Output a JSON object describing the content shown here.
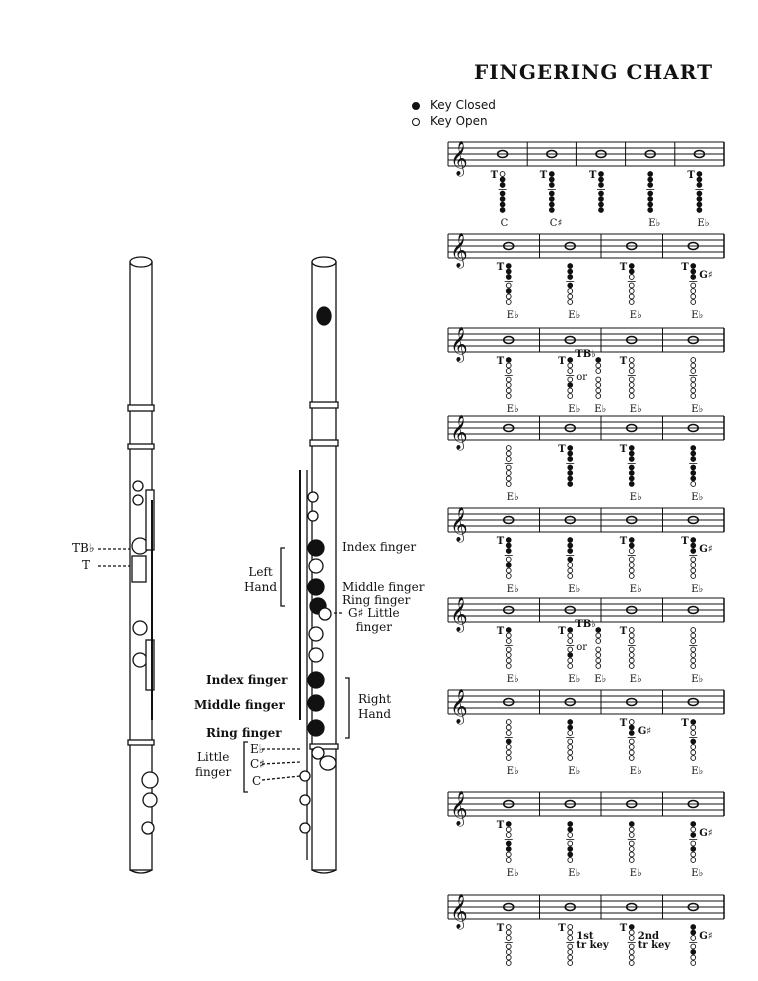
{
  "title": "FINGERING CHART",
  "legend": {
    "closed": "Key Closed",
    "open": "Key Open"
  },
  "flute_labels": {
    "tbflat": "TB♭",
    "t": "T",
    "index_left": "Index finger",
    "left_hand": "Left\nHand",
    "middle_left": "Middle finger",
    "ring_left": "Ring finger",
    "gsharp_little": "G♯ Little\nfinger",
    "index_right": "Index finger",
    "middle_right": "Middle finger",
    "right_hand": "Right\nHand",
    "ring_right": "Ring finger",
    "little_right": "Little\nfinger",
    "eflat": "E♭",
    "csharp": "C♯",
    "c": "C"
  },
  "chart_rows": [
    {
      "fingerings": [
        {
          "t": true,
          "keys": [
            0,
            1,
            1,
            1,
            1,
            1,
            1
          ],
          "bottom": "C"
        },
        {
          "t": true,
          "keys": [
            1,
            1,
            1,
            1,
            1,
            1,
            1
          ],
          "bottom": "C♯"
        },
        {
          "t": true,
          "keys": [
            1,
            1,
            1,
            1,
            1,
            1,
            1
          ],
          "bottom": ""
        },
        {
          "t": false,
          "keys": [
            1,
            1,
            1,
            1,
            1,
            1,
            1
          ],
          "bottom": "E♭"
        },
        {
          "t": true,
          "keys": [
            1,
            1,
            1,
            1,
            1,
            1,
            1
          ],
          "bottom": "E♭"
        }
      ]
    },
    {
      "fingerings": [
        {
          "t": true,
          "keys": [
            1,
            1,
            1,
            0,
            1,
            0,
            0
          ],
          "bottom": "E♭"
        },
        {
          "t": false,
          "keys": [
            1,
            1,
            1,
            1,
            0,
            0,
            0
          ],
          "bottom": "E♭"
        },
        {
          "t": true,
          "keys": [
            1,
            1,
            0,
            0,
            0,
            0,
            0
          ],
          "bottom": "E♭"
        },
        {
          "t": true,
          "keys": [
            1,
            1,
            1,
            0,
            0,
            0,
            0
          ],
          "bottom": "E♭",
          "side": "G♯"
        }
      ]
    },
    {
      "fingerings": [
        {
          "t": true,
          "keys": [
            1,
            0,
            0,
            0,
            0,
            0,
            0
          ],
          "bottom": "E♭"
        },
        {
          "t": true,
          "keys": [
            1,
            0,
            0,
            0,
            1,
            0,
            0
          ],
          "bottom": "E♭",
          "alt": "TB♭",
          "or": "or",
          "altkeys": [
            1,
            0,
            0,
            0,
            0,
            0,
            0
          ],
          "altbottom": "E♭"
        },
        {
          "t": true,
          "keys": [
            0,
            0,
            0,
            0,
            0,
            0,
            0
          ],
          "bottom": "E♭"
        },
        {
          "t": false,
          "keys": [
            0,
            0,
            0,
            0,
            0,
            0,
            0
          ],
          "bottom": "E♭"
        }
      ]
    },
    {
      "fingerings": [
        {
          "t": false,
          "keys": [
            0,
            0,
            0,
            0,
            0,
            0,
            0
          ],
          "bottom": "E♭"
        },
        {
          "t": true,
          "keys": [
            1,
            1,
            1,
            1,
            1,
            1,
            1
          ],
          "bottom": ""
        },
        {
          "t": true,
          "keys": [
            1,
            1,
            1,
            1,
            1,
            1,
            1
          ],
          "bottom": "E♭"
        },
        {
          "t": false,
          "keys": [
            1,
            1,
            1,
            1,
            1,
            1,
            0
          ],
          "bottom": "E♭"
        }
      ]
    },
    {
      "fingerings": [
        {
          "t": true,
          "keys": [
            1,
            1,
            1,
            0,
            1,
            0,
            0
          ],
          "bottom": "E♭"
        },
        {
          "t": false,
          "keys": [
            1,
            1,
            1,
            1,
            0,
            0,
            0
          ],
          "bottom": "E♭"
        },
        {
          "t": true,
          "keys": [
            1,
            1,
            0,
            0,
            0,
            0,
            0
          ],
          "bottom": "E♭"
        },
        {
          "t": true,
          "keys": [
            1,
            1,
            1,
            0,
            0,
            0,
            0
          ],
          "bottom": "E♭",
          "side": "G♯"
        }
      ]
    },
    {
      "fingerings": [
        {
          "t": true,
          "keys": [
            1,
            0,
            0,
            0,
            0,
            0,
            0
          ],
          "bottom": "E♭"
        },
        {
          "t": true,
          "keys": [
            1,
            0,
            0,
            0,
            1,
            0,
            0
          ],
          "bottom": "E♭",
          "alt": "TB♭",
          "or": "or",
          "altkeys": [
            1,
            0,
            0,
            0,
            0,
            0,
            0
          ],
          "altbottom": "E♭"
        },
        {
          "t": true,
          "keys": [
            0,
            0,
            0,
            0,
            0,
            0,
            0
          ],
          "bottom": "E♭"
        },
        {
          "t": false,
          "keys": [
            0,
            0,
            0,
            0,
            0,
            0,
            0
          ],
          "bottom": "E♭"
        }
      ]
    },
    {
      "fingerings": [
        {
          "t": false,
          "keys": [
            0,
            0,
            0,
            1,
            0,
            0,
            0
          ],
          "bottom": "E♭"
        },
        {
          "t": false,
          "keys": [
            1,
            1,
            0,
            0,
            0,
            0,
            0
          ],
          "bottom": "E♭"
        },
        {
          "t": true,
          "keys": [
            0,
            1,
            1,
            0,
            0,
            0,
            0
          ],
          "bottom": "E♭",
          "side": "G♯"
        },
        {
          "t": true,
          "keys": [
            1,
            0,
            0,
            1,
            0,
            0,
            0
          ],
          "bottom": "E♭"
        }
      ]
    },
    {
      "fingerings": [
        {
          "t": true,
          "keys": [
            1,
            0,
            0,
            1,
            1,
            0,
            0
          ],
          "bottom": "E♭"
        },
        {
          "t": false,
          "keys": [
            1,
            1,
            0,
            0,
            1,
            1,
            0
          ],
          "bottom": "E♭"
        },
        {
          "t": false,
          "keys": [
            1,
            0,
            0,
            0,
            0,
            0,
            0
          ],
          "bottom": "E♭"
        },
        {
          "t": false,
          "keys": [
            1,
            0,
            1,
            0,
            1,
            0,
            0
          ],
          "bottom": "E♭",
          "side": "G♯"
        }
      ]
    },
    {
      "fingerings": [
        {
          "t": true,
          "keys": [
            0,
            0,
            0,
            0,
            0,
            0,
            0
          ],
          "bottom": ""
        },
        {
          "t": true,
          "keys": [
            0,
            0,
            0,
            0,
            0,
            0,
            0
          ],
          "bottom": "",
          "side": "1st\ntr key"
        },
        {
          "t": true,
          "keys": [
            1,
            0,
            0,
            0,
            0,
            0,
            0
          ],
          "bottom": "",
          "side": "2nd\ntr key"
        },
        {
          "t": false,
          "keys": [
            1,
            1,
            0,
            0,
            1,
            0,
            0
          ],
          "bottom": "",
          "side": "G♯"
        }
      ]
    }
  ]
}
